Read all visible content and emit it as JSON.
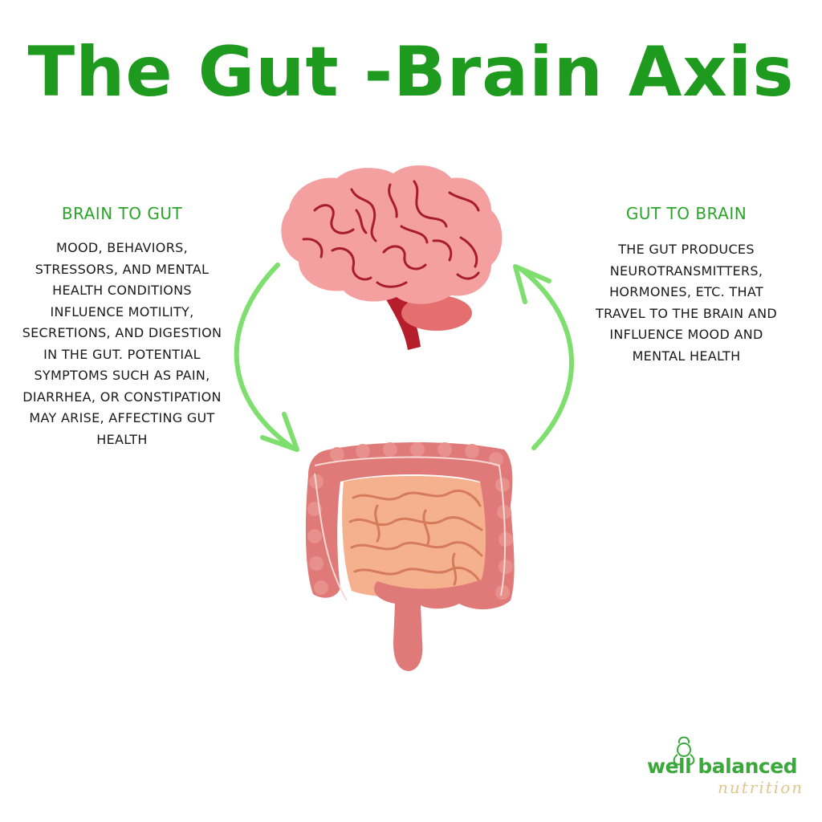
{
  "title": "The Gut -Brain Axis",
  "left_panel": {
    "heading": "BRAIN TO GUT",
    "body": "MOOD, BEHAVIORS, STRESSORS, AND MENTAL HEALTH CONDITIONS INFLUENCE MOTILITY, SECRETIONS, AND DIGESTION IN THE GUT. POTENTIAL SYMPTOMS SUCH AS PAIN, DIARRHEA, OR CONSTIPATION MAY ARISE, AFFECTING GUT HEALTH"
  },
  "right_panel": {
    "heading": "GUT TO BRAIN",
    "body": "THE GUT PRODUCES NEUROTRANSMITTERS, HORMONES, ETC. THAT TRAVEL TO THE BRAIN AND INFLUENCE MOOD AND MENTAL HEALTH"
  },
  "illustrations": {
    "brain_icon": "brain-icon",
    "intestine_icon": "intestine-icon",
    "arrow_color": "#7ede6e",
    "brain_color": "#f4a0a0",
    "gut_outer_color": "#e07a78",
    "gut_inner_color": "#f5b08e"
  },
  "logo": {
    "name": "well balanced",
    "sub": "nutrition",
    "color": "#3ba83b",
    "sub_color": "#e2c58a"
  }
}
